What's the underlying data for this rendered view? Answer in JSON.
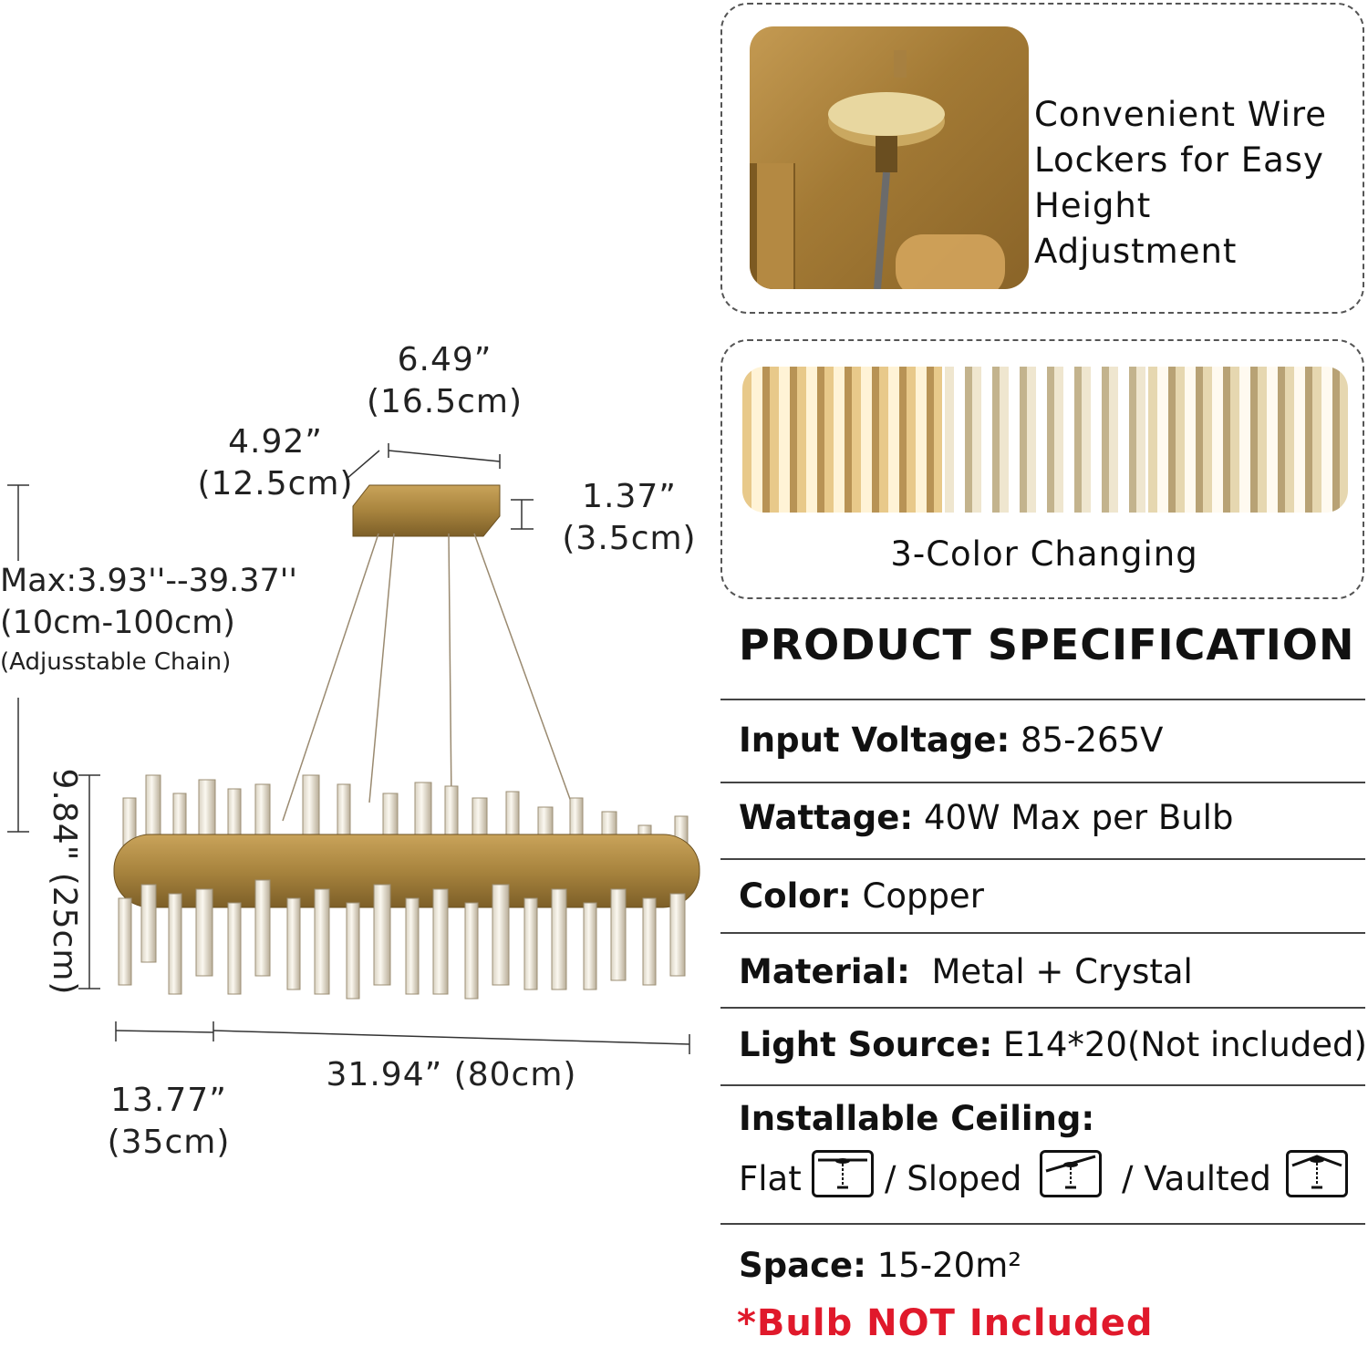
{
  "dimensions": {
    "top_width": "6.49”",
    "top_width_cm": "(16.5cm)",
    "top_depth": "4.92”",
    "top_depth_cm": "(12.5cm)",
    "canopy_height": "1.37”",
    "canopy_height_cm": "(3.5cm)",
    "chain_max": "Max:3.93''--39.37''",
    "chain_cm": "(10cm-100cm)",
    "chain_note": "(Adjusstable Chain)",
    "body_height": "9.84\" (25cm)",
    "length": "31.94”  (80cm)",
    "width": "13.77”",
    "width_cm": "(35cm)"
  },
  "feature_wire": {
    "text_line1": "Convenient Wire",
    "text_line2": "Lockers for Easy",
    "text_line3": "Height Adjustment"
  },
  "feature_color": {
    "label": "3-Color Changing"
  },
  "spec": {
    "heading": "PRODUCT SPECIFICATION",
    "rows": [
      {
        "label": "Input Voltage:",
        "value": " 85-265V"
      },
      {
        "label": "Wattage:",
        "value": " 40W Max per Bulb"
      },
      {
        "label": "Color:",
        "value": " Copper"
      },
      {
        "label": "Material:",
        "value": "  Metal + Crystal"
      },
      {
        "label": "Light Source:",
        "value": " E14*20(Not included)"
      }
    ],
    "ceiling_label": "Installable Ceiling:",
    "ceilings": [
      "Flat",
      "/ Sloped",
      "/ Vaulted"
    ],
    "space_label": "Space:",
    "space_value": " 15-20m²",
    "bulb_note": "*Bulb NOT Included"
  },
  "colors": {
    "gold": "#a8843e",
    "warning_red": "#e0192b",
    "rule": "#444444"
  }
}
